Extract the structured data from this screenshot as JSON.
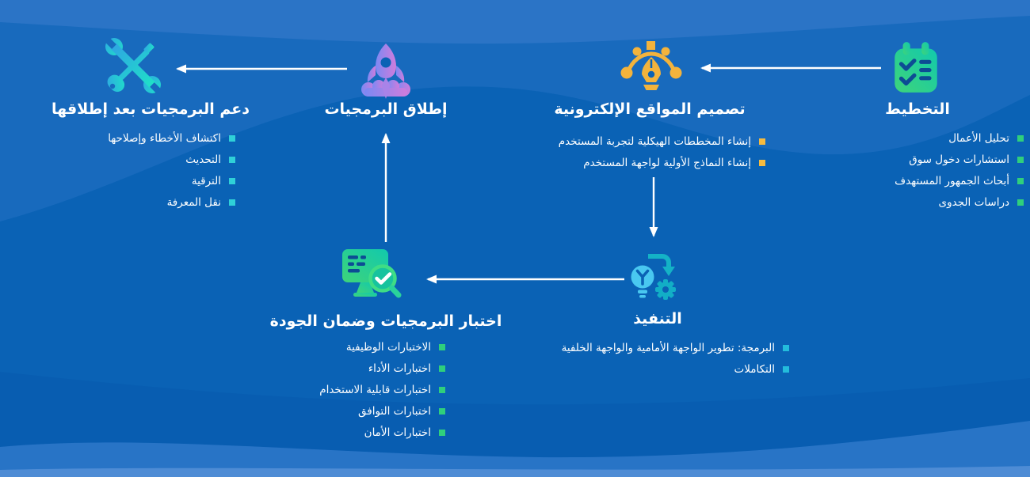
{
  "background": {
    "base": "#0a62b5",
    "top_band": "#2b74c6",
    "upper_swath": "#1d6dc0",
    "bottom_wave": "#2c77c9",
    "bottom_strip": "#4e8cd5",
    "arrow_color": "#ffffff"
  },
  "nodes": [
    {
      "id": "planning",
      "title": "التخطيط",
      "icon": "clipboard-checklist-icon",
      "bullet_color": "#2fcf7c",
      "items": [
        "تحليل الأعمال",
        "استشارات دخول سوق",
        "أبحاث الجمهور المستهدف",
        "دراسات الجدوى"
      ]
    },
    {
      "id": "design",
      "title": "تصميم المواقع الإلكترونية",
      "icon": "pen-tool-icon",
      "bullet_color": "#f6bb3f",
      "items": [
        "إنشاء المخططات الهيكلية لتجربة المستخدم",
        "إنشاء النماذج الأولية لواجهة المستخدم"
      ]
    },
    {
      "id": "implementation",
      "title": "التنفيذ",
      "icon": "lightbulb-gear-icon",
      "bullet_color": "#23bcdc",
      "items": [
        "البرمجة: تطوير الواجهة الأمامية والواجهة الخلفية",
        "التكاملات"
      ]
    },
    {
      "id": "testing",
      "title": "اختبار البرمجيات وضمان الجودة",
      "icon": "monitor-magnifier-icon",
      "bullet_color": "#2fcf7c",
      "items": [
        "الاختبارات الوظيفية",
        "اختبارات الأداء",
        "اختبارات قابلية الاستخدام",
        "اختبارات التوافق",
        "اختبارات الأمان"
      ]
    },
    {
      "id": "launch",
      "title": "إطلاق البرمجيات",
      "icon": "rocket-icon",
      "bullet_color": "#ffffff",
      "items": []
    },
    {
      "id": "support",
      "title": "دعم البرمجيات بعد إطلاقها",
      "icon": "crossed-tools-icon",
      "bullet_color": "#2fd0d8",
      "items": [
        "اكتشاف الأخطاء وإصلاحها",
        "التحديث",
        "الترقية",
        "نقل المعرفة"
      ]
    }
  ]
}
